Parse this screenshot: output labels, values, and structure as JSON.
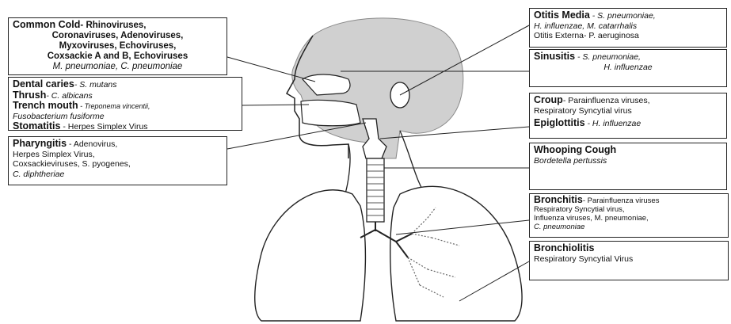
{
  "colors": {
    "head_fill": "#d0d0d0",
    "line": "#222222",
    "organ_fill": "#ffffff"
  },
  "labels": {
    "cold": {
      "title": "Common Cold",
      "text": [
        "- Rhinoviruses,",
        "Coronaviruses, Adenoviruses,",
        "Myxoviruses, Echoviruses,",
        "Coxsackie A and B, Echoviruses",
        "M. pneumoniae, C. pneumoniae"
      ]
    },
    "mouth": {
      "dental_title": "Dental caries",
      "dental_text": "- S. mutans",
      "thrush_title": "Thrush",
      "thrush_text": "- C. albicans",
      "trench_title": "Trench mouth",
      "trench_text": " - Treponema vincentii,",
      "trench_text2": "Fusobacterium fusiforme",
      "stoma_title": "Stomatitis",
      "stoma_text": " - Herpes Simplex Virus"
    },
    "pharyngitis": {
      "title": "Pharyngitis",
      "text": [
        " - Adenovirus,",
        "Herpes Simplex Virus,",
        "Coxsackieviruses, S. pyogenes,",
        "C. diphtheriae"
      ]
    },
    "otitis": {
      "title": "Otitis Media",
      "text1": " - S. pneumoniae,",
      "text2": "H. influenzae, M. catarrhalis",
      "externa": "Otitis Externa- P. aeruginosa"
    },
    "sinusitis": {
      "title": "Sinusitis",
      "text1": " - S. pneumoniae,",
      "text2": "H. influenzae"
    },
    "croup": {
      "title": "Croup",
      "text1": "- Parainfluenza viruses,",
      "text2": "Respiratory Syncytial virus",
      "epi_title": "Epiglottitis",
      "epi_text": " -  H. influenzae"
    },
    "whooping": {
      "title": "Whooping Cough",
      "text": "Bordetella pertussis"
    },
    "bronchitis": {
      "title": "Bronchitis",
      "text1": "- Parainfluenza viruses",
      "text2": "Respiratory Syncytial virus,",
      "text3": "Influenza viruses, M. pneumoniae,",
      "text4": "C. pneumoniae"
    },
    "bronchiolitis": {
      "title": "Bronchiolitis",
      "text": "Respiratory Syncytial Virus"
    }
  }
}
